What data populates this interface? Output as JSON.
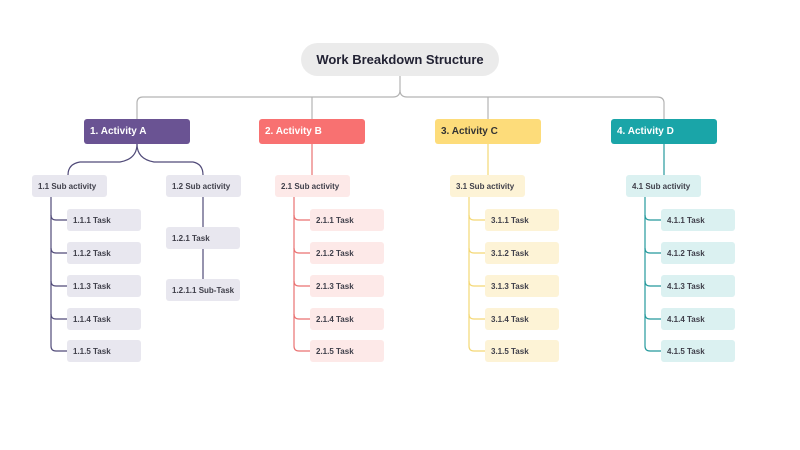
{
  "title": "Work Breakdown Structure",
  "activities": [
    {
      "label": "1. Activity A",
      "color": "#6a5393",
      "text_color": "#ffffff",
      "line_color": "#514b79",
      "light_color": "#e8e7ef",
      "sub_activities": [
        {
          "label": "1.1 Sub activity",
          "tasks": [
            "1.1.1 Task",
            "1.1.2 Task",
            "1.1.3 Task",
            "1.1.4 Task",
            "1.1.5 Task"
          ]
        },
        {
          "label": "1.2 Sub activity",
          "tasks": [
            "1.2.1 Task"
          ],
          "sub_tasks": [
            "1.2.1.1 Sub-Task"
          ]
        }
      ]
    },
    {
      "label": "2. Activity B",
      "color": "#f87171",
      "text_color": "#ffffff",
      "line_color": "#ea7272",
      "light_color": "#fde9e8",
      "sub_activities": [
        {
          "label": "2.1 Sub activity",
          "tasks": [
            "2.1.1 Task",
            "2.1.2 Task",
            "2.1.3 Task",
            "2.1.4 Task",
            "2.1.5 Task"
          ]
        }
      ]
    },
    {
      "label": "3. Activity C",
      "color": "#fddc7a",
      "text_color": "#333333",
      "line_color": "#f4d875",
      "light_color": "#fdf3d6",
      "sub_activities": [
        {
          "label": "3.1 Sub activity",
          "tasks": [
            "3.1.1 Task",
            "3.1.2 Task",
            "3.1.3 Task",
            "3.1.4 Task",
            "3.1.5 Task"
          ]
        }
      ]
    },
    {
      "label": "4. Activity D",
      "color": "#1aa5a8",
      "text_color": "#ffffff",
      "line_color": "#24999c",
      "light_color": "#dbf1f1",
      "sub_activities": [
        {
          "label": "4.1 Sub activity",
          "tasks": [
            "4.1.1 Task",
            "4.1.2 Task",
            "4.1.3 Task",
            "4.1.4 Task",
            "4.1.5 Task"
          ]
        }
      ]
    }
  ]
}
